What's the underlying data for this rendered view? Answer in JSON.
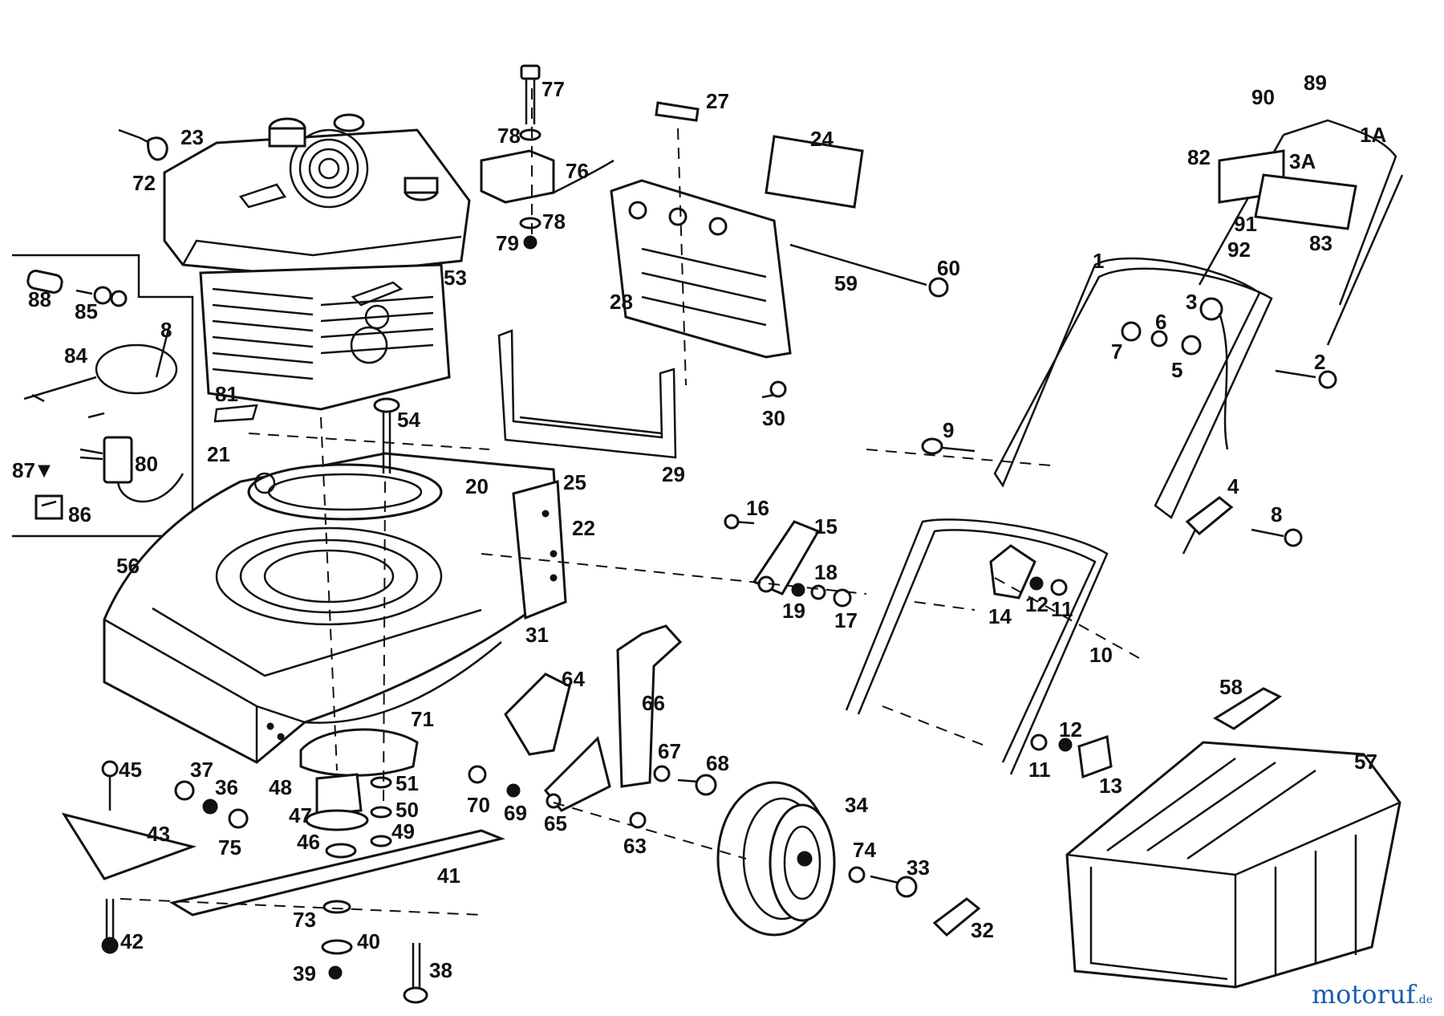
{
  "watermark": {
    "brand": "motoruf",
    "tld": ".de"
  },
  "labels": {
    "p77": "77",
    "p27": "27",
    "p89": "89",
    "p90": "90",
    "p1A": "1A",
    "p23": "23",
    "p24": "24",
    "p72": "72",
    "p78a": "78",
    "p76": "76",
    "p78b": "78",
    "p79": "79",
    "p82": "82",
    "p3A": "3A",
    "p83": "83",
    "p91": "91",
    "p92": "92",
    "p88": "88",
    "p85": "85",
    "p53": "53",
    "p28": "28",
    "p59": "59",
    "p60": "60",
    "p1": "1",
    "p3": "3",
    "p6": "6",
    "p7": "7",
    "p5": "5",
    "p2": "2",
    "p84": "84",
    "p8a": "8",
    "p81": "81",
    "p54": "54",
    "p30": "30",
    "p9": "9",
    "p87": "87",
    "p80": "80",
    "p21": "21",
    "p20": "20",
    "p25": "25",
    "p29": "29",
    "p4": "4",
    "p8b": "8",
    "p86": "86",
    "p22": "22",
    "p16": "16",
    "p15": "15",
    "p56": "56",
    "p18": "18",
    "p19": "19",
    "p17": "17",
    "p14": "14",
    "p12a": "12",
    "p11a": "11",
    "p31": "31",
    "p10": "10",
    "p64": "64",
    "p66": "66",
    "p71": "71",
    "p58": "58",
    "p12b": "12",
    "p11b": "11",
    "p13": "13",
    "p57": "57",
    "p37": "37",
    "p45": "45",
    "p36": "36",
    "p48": "48",
    "p51": "51",
    "p67": "67",
    "p68": "68",
    "p70": "70",
    "p69": "69",
    "p47": "47",
    "p50": "50",
    "p34": "34",
    "p75": "75",
    "p65": "65",
    "p43": "43",
    "p46": "46",
    "p49": "49",
    "p63": "63",
    "p74": "74",
    "p33": "33",
    "p41": "41",
    "p73": "73",
    "p42": "42",
    "p40": "40",
    "p32": "32",
    "p39": "39",
    "p38": "38"
  }
}
